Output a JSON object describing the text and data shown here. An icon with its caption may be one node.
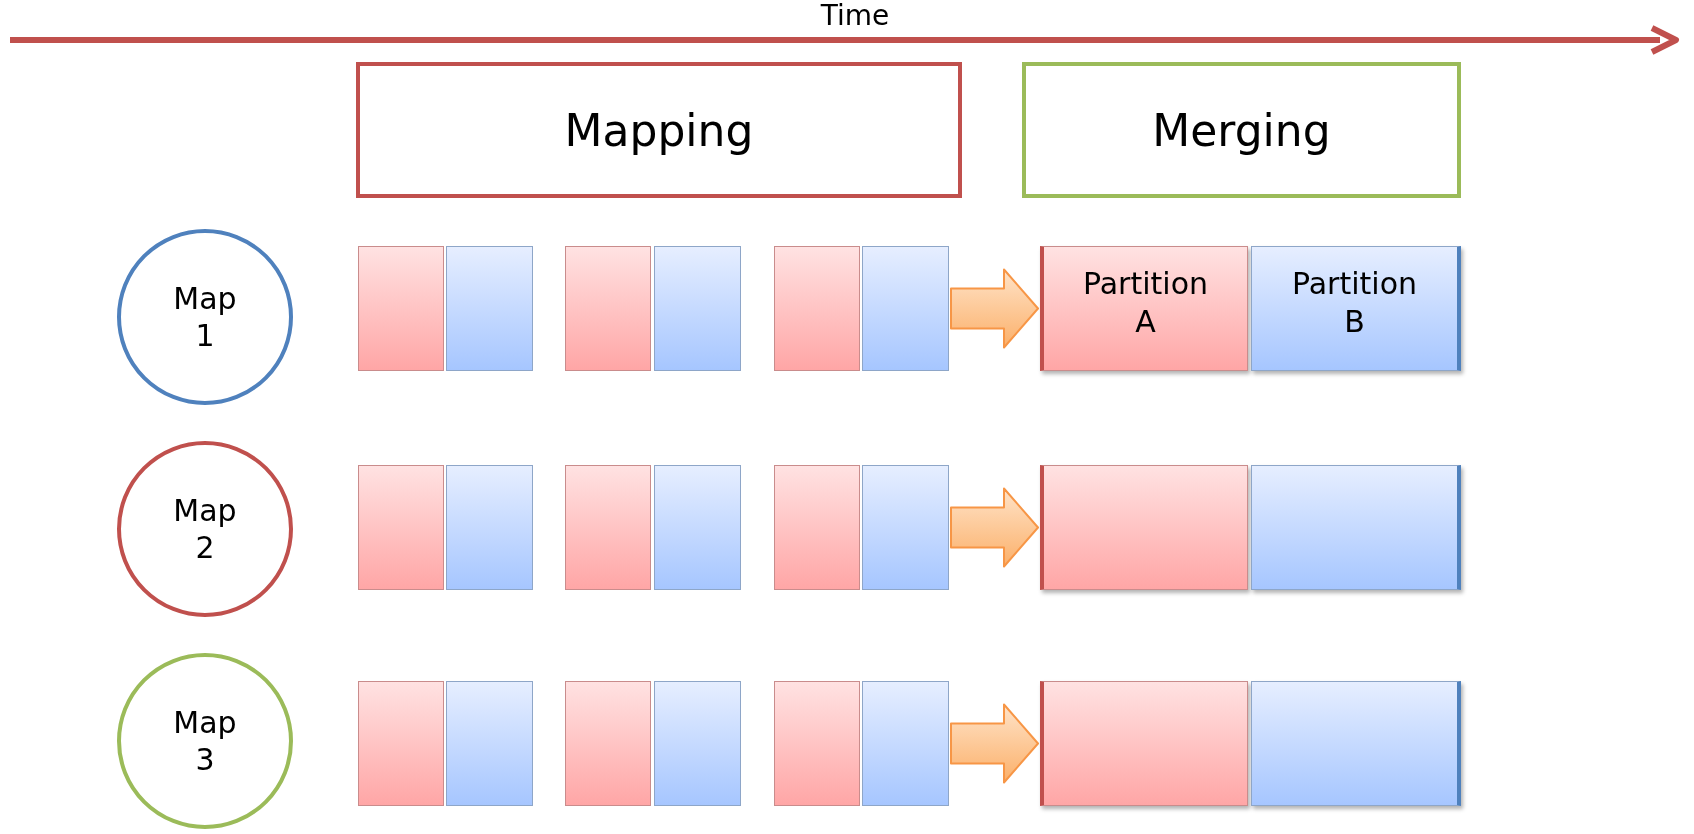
{
  "diagram": {
    "nodes": [
      {
        "text": [
          "Mapping"
        ]
      },
      {
        "text": [
          "Merging"
        ]
      },
      {
        "text": [
          "Map 1"
        ]
      },
      {
        "text": [],
        "shape": "box"
      },
      {
        "text": [],
        "shape": "box"
      },
      {
        "text": [],
        "shape": "box"
      },
      {
        "text": [],
        "shape": "box"
      },
      {
        "text": [],
        "shape": "box"
      },
      {
        "text": [],
        "shape": "box"
      },
      {
        "text": [
          "Partition A"
        ]
      },
      {
        "text": [
          "Partition B"
        ]
      },
      {
        "text": [
          "Map 2"
        ]
      },
      {
        "text": [],
        "shape": "box"
      },
      {
        "text": [],
        "shape": "box"
      },
      {
        "text": [],
        "shape": "box"
      },
      {
        "text": [],
        "shape": "box"
      },
      {
        "text": [],
        "shape": "box"
      },
      {
        "text": [],
        "shape": "box"
      },
      {
        "text": [],
        "shape": "box"
      },
      {
        "text": [],
        "shape": "box"
      },
      {
        "text": [
          "Map 3"
        ]
      },
      {
        "text": [],
        "shape": "box"
      },
      {
        "text": [],
        "shape": "box"
      },
      {
        "text": [],
        "shape": "box"
      },
      {
        "text": [],
        "shape": "box"
      },
      {
        "text": [],
        "shape": "box"
      },
      {
        "text": [],
        "shape": "box"
      },
      {
        "text": [],
        "shape": "box"
      },
      {
        "text": [],
        "shape": "box"
      }
    ],
    "edges": [
      {
        "from": 8,
        "to": 9,
        "arrow": "to"
      },
      {
        "from": 17,
        "to": 18,
        "arrow": "to"
      },
      {
        "from": 26,
        "to": 27,
        "arrow": "to"
      }
    ],
    "labels": [
      "Time"
    ]
  }
}
